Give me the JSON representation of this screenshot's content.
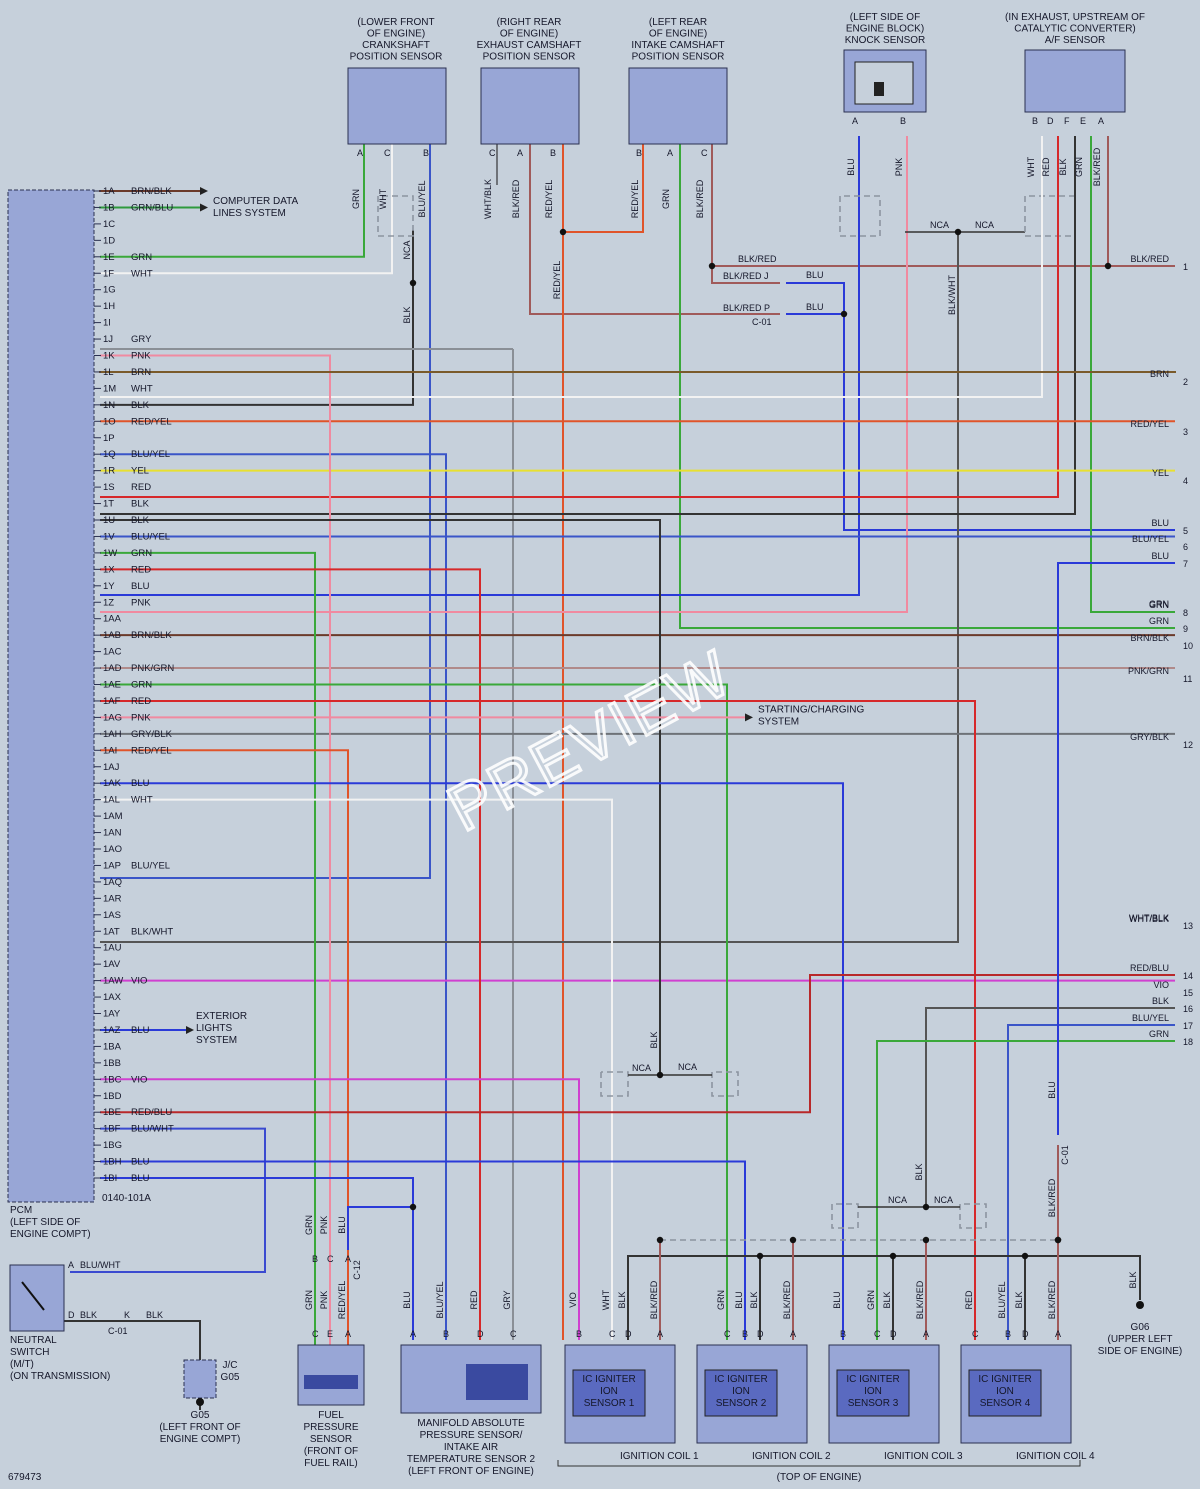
{
  "diagram": {
    "figure_id": "679473",
    "pcm": {
      "title": [
        "PCM",
        "(LEFT SIDE OF",
        "ENGINE COMPT)"
      ],
      "connector_ref": "0140-101A",
      "pins": [
        {
          "pin": "1A",
          "wire": "BRN/BLK",
          "color": "#6b3a2a"
        },
        {
          "pin": "1B",
          "wire": "GRN/BLU",
          "color": "#2f9a3d"
        },
        {
          "pin": "1C",
          "wire": "",
          "color": ""
        },
        {
          "pin": "1D",
          "wire": "",
          "color": ""
        },
        {
          "pin": "1E",
          "wire": "GRN",
          "color": "#3aa83a"
        },
        {
          "pin": "1F",
          "wire": "WHT",
          "color": "#f2f2f2"
        },
        {
          "pin": "1G",
          "wire": "",
          "color": ""
        },
        {
          "pin": "1H",
          "wire": "",
          "color": ""
        },
        {
          "pin": "1I",
          "wire": "",
          "color": ""
        },
        {
          "pin": "1J",
          "wire": "GRY",
          "color": "#8a8f96"
        },
        {
          "pin": "1K",
          "wire": "PNK",
          "color": "#f08aa0"
        },
        {
          "pin": "1L",
          "wire": "BRN",
          "color": "#7a5a2a"
        },
        {
          "pin": "1M",
          "wire": "WHT",
          "color": "#f2f2f2"
        },
        {
          "pin": "1N",
          "wire": "BLK",
          "color": "#333333"
        },
        {
          "pin": "1O",
          "wire": "RED/YEL",
          "color": "#e0542a"
        },
        {
          "pin": "1P",
          "wire": "",
          "color": ""
        },
        {
          "pin": "1Q",
          "wire": "BLU/YEL",
          "color": "#3a55c8"
        },
        {
          "pin": "1R",
          "wire": "YEL",
          "color": "#e8e030"
        },
        {
          "pin": "1S",
          "wire": "RED",
          "color": "#d6282a"
        },
        {
          "pin": "1T",
          "wire": "BLK",
          "color": "#333333"
        },
        {
          "pin": "1U",
          "wire": "BLK",
          "color": "#333333"
        },
        {
          "pin": "1V",
          "wire": "BLU/YEL",
          "color": "#3a55c8"
        },
        {
          "pin": "1W",
          "wire": "GRN",
          "color": "#3aa83a"
        },
        {
          "pin": "1X",
          "wire": "RED",
          "color": "#d6282a"
        },
        {
          "pin": "1Y",
          "wire": "BLU",
          "color": "#2a3ad8"
        },
        {
          "pin": "1Z",
          "wire": "PNK",
          "color": "#f08aa0"
        },
        {
          "pin": "1AA",
          "wire": "",
          "color": ""
        },
        {
          "pin": "1AB",
          "wire": "BRN/BLK",
          "color": "#6b3a2a"
        },
        {
          "pin": "1AC",
          "wire": "",
          "color": ""
        },
        {
          "pin": "1AD",
          "wire": "PNK/GRN",
          "color": "#b08a8a"
        },
        {
          "pin": "1AE",
          "wire": "GRN",
          "color": "#3aa83a"
        },
        {
          "pin": "1AF",
          "wire": "RED",
          "color": "#d6282a"
        },
        {
          "pin": "1AG",
          "wire": "PNK",
          "color": "#f08aa0"
        },
        {
          "pin": "1AH",
          "wire": "GRY/BLK",
          "color": "#6e7278"
        },
        {
          "pin": "1AI",
          "wire": "RED/YEL",
          "color": "#e0542a"
        },
        {
          "pin": "1AJ",
          "wire": "",
          "color": ""
        },
        {
          "pin": "1AK",
          "wire": "BLU",
          "color": "#2a3ad8"
        },
        {
          "pin": "1AL",
          "wire": "WHT",
          "color": "#f2f2f2"
        },
        {
          "pin": "1AM",
          "wire": "",
          "color": ""
        },
        {
          "pin": "1AN",
          "wire": "",
          "color": ""
        },
        {
          "pin": "1AO",
          "wire": "",
          "color": ""
        },
        {
          "pin": "1AP",
          "wire": "BLU/YEL",
          "color": "#3a55c8"
        },
        {
          "pin": "1AQ",
          "wire": "",
          "color": ""
        },
        {
          "pin": "1AR",
          "wire": "",
          "color": ""
        },
        {
          "pin": "1AS",
          "wire": "",
          "color": ""
        },
        {
          "pin": "1AT",
          "wire": "BLK/WHT",
          "color": "#555555"
        },
        {
          "pin": "1AU",
          "wire": "",
          "color": ""
        },
        {
          "pin": "1AV",
          "wire": "",
          "color": ""
        },
        {
          "pin": "1AW",
          "wire": "VIO",
          "color": "#d040d0"
        },
        {
          "pin": "1AX",
          "wire": "",
          "color": ""
        },
        {
          "pin": "1AY",
          "wire": "",
          "color": ""
        },
        {
          "pin": "1AZ",
          "wire": "BLU",
          "color": "#2a3ad8"
        },
        {
          "pin": "1BA",
          "wire": "",
          "color": ""
        },
        {
          "pin": "1BB",
          "wire": "",
          "color": ""
        },
        {
          "pin": "1BC",
          "wire": "VIO",
          "color": "#d040d0"
        },
        {
          "pin": "1BD",
          "wire": "",
          "color": ""
        },
        {
          "pin": "1BE",
          "wire": "RED/BLU",
          "color": "#b8282a"
        },
        {
          "pin": "1BF",
          "wire": "BLU/WHT",
          "color": "#3a4ad0"
        },
        {
          "pin": "1BG",
          "wire": "",
          "color": ""
        },
        {
          "pin": "1BH",
          "wire": "BLU",
          "color": "#2a3ad8"
        },
        {
          "pin": "1BI",
          "wire": "BLU",
          "color": "#2a3ad8"
        }
      ]
    },
    "references": {
      "computer_data": [
        "COMPUTER DATA",
        "LINES SYSTEM"
      ],
      "exterior_lights": [
        "EXTERIOR",
        "LIGHTS",
        "SYSTEM"
      ],
      "starting_charging": [
        "STARTING/CHARGING",
        "SYSTEM"
      ]
    },
    "top_components": [
      {
        "id": "ckp",
        "label": [
          "(LOWER FRONT",
          "OF ENGINE)",
          "CRANKSHAFT",
          "POSITION SENSOR"
        ],
        "pins": [
          "A",
          "C",
          "B"
        ],
        "wires": [
          "GRN",
          "WHT",
          "BLU/YEL"
        ]
      },
      {
        "id": "exh_cmp",
        "label": [
          "(RIGHT REAR",
          "OF ENGINE)",
          "EXHAUST CAMSHAFT",
          "POSITION SENSOR"
        ],
        "pins": [
          "C",
          "A",
          "B"
        ],
        "wires": [
          "WHT/BLK",
          "BLK/RED",
          "RED/YEL"
        ]
      },
      {
        "id": "int_cmp",
        "label": [
          "(LEFT REAR",
          "OF ENGINE)",
          "INTAKE CAMSHAFT",
          "POSITION SENSOR"
        ],
        "pins": [
          "B",
          "A",
          "C"
        ],
        "wires": [
          "RED/YEL",
          "GRN",
          "BLK/RED"
        ]
      },
      {
        "id": "knock",
        "label": [
          "(LEFT SIDE OF",
          "ENGINE BLOCK)",
          "KNOCK SENSOR"
        ],
        "pins": [
          "A",
          "B"
        ],
        "wires": [
          "BLU",
          "PNK"
        ]
      },
      {
        "id": "af",
        "label": [
          "(IN EXHAUST, UPSTREAM OF",
          "CATALYTIC CONVERTER)",
          "A/F SENSOR"
        ],
        "pins": [
          "B",
          "D",
          "F",
          "E",
          "A"
        ],
        "wires": [
          "WHT",
          "RED",
          "BLK",
          "GRN",
          "BLK/RED"
        ]
      }
    ],
    "right_labels": [
      {
        "num": "1",
        "wire": "BLK/RED"
      },
      {
        "num": "2",
        "wire": "BRN"
      },
      {
        "num": "3",
        "wire": "RED/YEL"
      },
      {
        "num": "4",
        "wire": "YEL"
      },
      {
        "num": "5",
        "wire": "BLU"
      },
      {
        "num": "6",
        "wire": "BLU/YEL"
      },
      {
        "num": "7",
        "wire": "BLU"
      },
      {
        "num": "8",
        "wire": "GRN"
      },
      {
        "num": "9",
        "wire": "GRN"
      },
      {
        "num": "10",
        "wire": "BRN/BLK"
      },
      {
        "num": "11",
        "wire": "PNK/GRN"
      },
      {
        "num": "12",
        "wire": "GRY/BLK"
      },
      {
        "num": "13",
        "wire": "WHT/BLK"
      },
      {
        "num": "14",
        "wire": "RED/BLU"
      },
      {
        "num": "15",
        "wire": "VIO"
      },
      {
        "num": "16",
        "wire": "BLK"
      },
      {
        "num": "17",
        "wire": "BLU/YEL"
      },
      {
        "num": "18",
        "wire": "GRN"
      }
    ],
    "misc_labels": {
      "nca": "NCA",
      "blk_red": "BLK/RED",
      "blk_red_j": "BLK/RED J",
      "blk_red_p": "BLK/RED P",
      "blu": "BLU",
      "blk": "BLK",
      "blk_wht": "BLK/WHT",
      "c01": "C-01",
      "c12": "C-12",
      "wht_blk_2": "WHT/BLK"
    },
    "bottom_components": {
      "neutral": {
        "label": [
          "NEUTRAL",
          "SWITCH",
          "(M/T)",
          "(ON TRANSMISSION)"
        ],
        "pin_a": "A",
        "wire_a": "BLU/WHT",
        "pin_d": "D",
        "wire_d": "BLK",
        "pin_k": "K",
        "wire_k": "BLK",
        "conn": "C-01"
      },
      "jc": {
        "label": [
          "J/C",
          "G05"
        ]
      },
      "g05": {
        "label": [
          "G05",
          "(LEFT FRONT OF",
          "ENGINE COMPT)"
        ]
      },
      "fuel": {
        "label": [
          "FUEL",
          "PRESSURE",
          "SENSOR",
          "(FRONT OF",
          "FUEL RAIL)"
        ],
        "pins": [
          "C",
          "E",
          "A"
        ],
        "wires": [
          "GRN",
          "PNK",
          "RED/YEL"
        ],
        "top_pins": [
          "B",
          "C",
          "A"
        ],
        "top_wires": [
          "GRN",
          "PNK",
          "BLU"
        ]
      },
      "map": {
        "label": [
          "MANIFOLD ABSOLUTE",
          "PRESSURE SENSOR/",
          "INTAKE AIR",
          "TEMPERATURE SENSOR 2",
          "(LEFT FRONT OF ENGINE)"
        ],
        "pins": [
          "A",
          "B",
          "D",
          "C"
        ],
        "wires": [
          "BLU",
          "BLU/YEL",
          "RED",
          "GRY"
        ]
      },
      "coils": [
        {
          "label": "IGNITION COIL 1",
          "inner": [
            "IC IGNITER",
            "ION",
            "SENSOR 1"
          ],
          "pins": [
            "B",
            "C",
            "D",
            "A"
          ],
          "wires": [
            "VIO",
            "WHT",
            "BLK",
            "BLK/RED"
          ]
        },
        {
          "label": "IGNITION COIL 2",
          "inner": [
            "IC IGNITER",
            "ION",
            "SENSOR 2"
          ],
          "pins": [
            "C",
            "B",
            "D",
            "A"
          ],
          "wires": [
            "GRN",
            "BLU",
            "BLK",
            "BLK/RED"
          ]
        },
        {
          "label": "IGNITION COIL 3",
          "inner": [
            "IC IGNITER",
            "ION",
            "SENSOR 3"
          ],
          "pins": [
            "B",
            "C",
            "D",
            "A"
          ],
          "wires": [
            "BLU",
            "GRN",
            "BLK",
            "BLK/RED"
          ]
        },
        {
          "label": "IGNITION COIL 4",
          "inner": [
            "IC IGNITER",
            "ION",
            "SENSOR 4"
          ],
          "pins": [
            "C",
            "B",
            "D",
            "A"
          ],
          "wires": [
            "RED",
            "BLU/YEL",
            "BLK",
            "BLK/RED"
          ]
        }
      ],
      "top_of_engine": "(TOP OF ENGINE)",
      "g06": {
        "label": [
          "G06",
          "(UPPER LEFT",
          "SIDE OF ENGINE)"
        ],
        "wire": "BLK"
      }
    },
    "watermark": "PREVIEW"
  }
}
